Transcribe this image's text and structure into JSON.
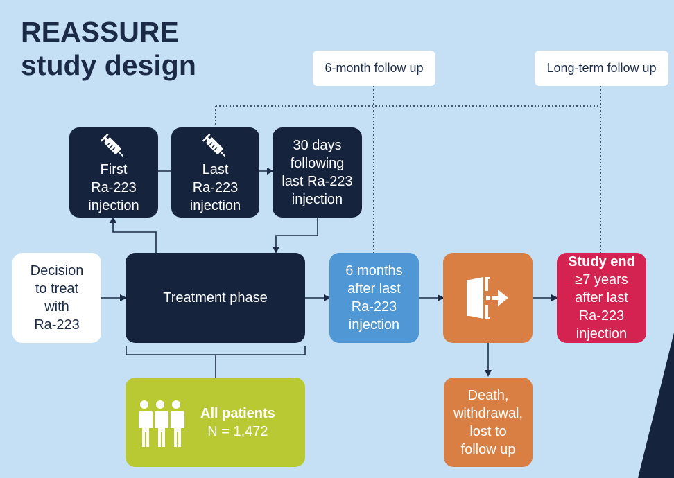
{
  "title": {
    "line1": "REASSURE",
    "line2": "study design"
  },
  "followup": {
    "six_month": "6-month follow up",
    "long_term": "Long-term follow up"
  },
  "boxes": {
    "first": [
      "First",
      "Ra-223",
      "injection"
    ],
    "last": [
      "Last",
      "Ra-223",
      "injection"
    ],
    "thirty": [
      "30 days",
      "following",
      "last Ra-223",
      "injection"
    ],
    "decision": [
      "Decision",
      "to treat",
      "with",
      "Ra-223"
    ],
    "treatment": "Treatment phase",
    "six_months": [
      "6 months",
      "after last",
      "Ra-223",
      "injection"
    ],
    "study_end": {
      "bold": "Study end",
      "lines": [
        "≥7 years",
        "after last",
        "Ra-223",
        "injection"
      ]
    },
    "death": [
      "Death,",
      "withdrawal,",
      "lost to",
      "follow up"
    ],
    "patients": {
      "bold": "All patients",
      "count": "N = 1,472"
    }
  },
  "icons": {
    "syringe_first": "syringe-icon",
    "syringe_last": "syringe-icon",
    "exit": "exit-door-icon",
    "people": "people-group-icon"
  },
  "colors": {
    "background": "#c5e0f5",
    "navy": "#16233d",
    "blue": "#4f98d5",
    "orange": "#d97f43",
    "red": "#d42350",
    "green": "#b9c934"
  }
}
